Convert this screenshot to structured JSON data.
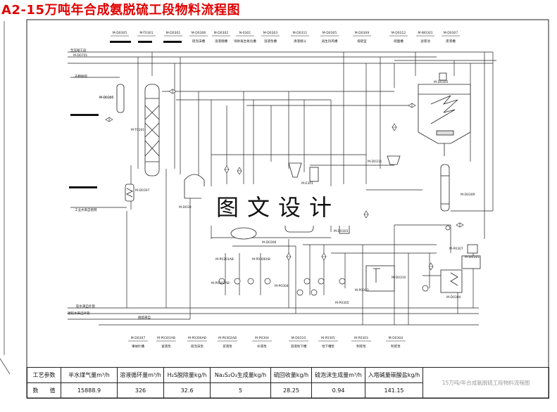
{
  "title": "A2-15万吨年合成氨脱硫工段物料流程图",
  "stamp": "图文设计",
  "top_equipment": [
    {
      "tag": "M-D0305",
      "name": ""
    },
    {
      "tag": "M-T0301",
      "name": ""
    },
    {
      "tag": "M-D0301",
      "name": ""
    },
    {
      "tag": "M-D0306",
      "name": "硫泡沫槽"
    },
    {
      "tag": "M-D0302",
      "name": "溶液储槽"
    },
    {
      "tag": "N-0301",
      "name": "喷射再生氧化槽"
    },
    {
      "tag": "M-D0303",
      "name": "溶液泵槽"
    },
    {
      "tag": "M-D0311",
      "name": "清液储斗"
    },
    {
      "tag": "M-D0305",
      "name": "再生热风槽"
    },
    {
      "tag": "M-D0309",
      "name": "熔硫釜"
    },
    {
      "tag": "M-D0312",
      "name": "硫酸槽"
    },
    {
      "tag": "M-W0301",
      "name": "滤液池"
    },
    {
      "tag": "M-D0307",
      "name": "废液槽"
    }
  ],
  "bottom_equipment": [
    {
      "tag": "M-D0307",
      "name": "事故贮槽"
    },
    {
      "tag": "M-P0301AB",
      "name": "富液泵"
    },
    {
      "tag": "M-P0306AB",
      "name": "硫泡沫泵"
    },
    {
      "tag": "M-P0302AB",
      "name": "贫液泵"
    },
    {
      "tag": "M-P0304",
      "name": "补液泵"
    },
    {
      "tag": "M-D0310",
      "name": "溶液地下槽"
    },
    {
      "tag": "M-P0305",
      "name": "地下槽泵"
    },
    {
      "tag": "M-P0303",
      "name": "制浆泵"
    },
    {
      "tag": "M-D0304",
      "name": "制浆泵"
    }
  ],
  "left_streams": [
    "至压缩工段",
    "M-D0701",
    "去精脱硫",
    "M-D0305",
    "工业水来自管网",
    "软水来自外管",
    "硬软水来自外管",
    "脱硫来自"
  ],
  "inline_tags": [
    "M-D0305",
    "M-T0301",
    "M-D0307",
    "M-D030",
    "M-E301",
    "M-D0303",
    "M-D0306",
    "M-P0301AB",
    "M-P0306AB",
    "M-P0302AB",
    "M-P0304",
    "M-D0311",
    "M-D0305",
    "M-D0309",
    "M-P0307",
    "M-W0301",
    "M-D0304",
    "M-D0310",
    "M-P0305",
    "M-P0303"
  ],
  "params": {
    "header": [
      "工艺参数",
      "半水煤气量m³/h",
      "溶液循环量m³/h",
      "H₂S脱除量kg/h",
      "Na₂S₂O₃生成量kg/h",
      "硫回收量kg/h",
      "硫泡沫生成量m³/h",
      "入塔碱量碳酸盐kg/h",
      "15万吨/年合成氨脱硫工段物料流程图"
    ],
    "values": [
      "数　　值",
      "15888.9",
      "326",
      "32.6",
      "5",
      "28.25",
      "0.94",
      "141.15",
      ""
    ]
  }
}
